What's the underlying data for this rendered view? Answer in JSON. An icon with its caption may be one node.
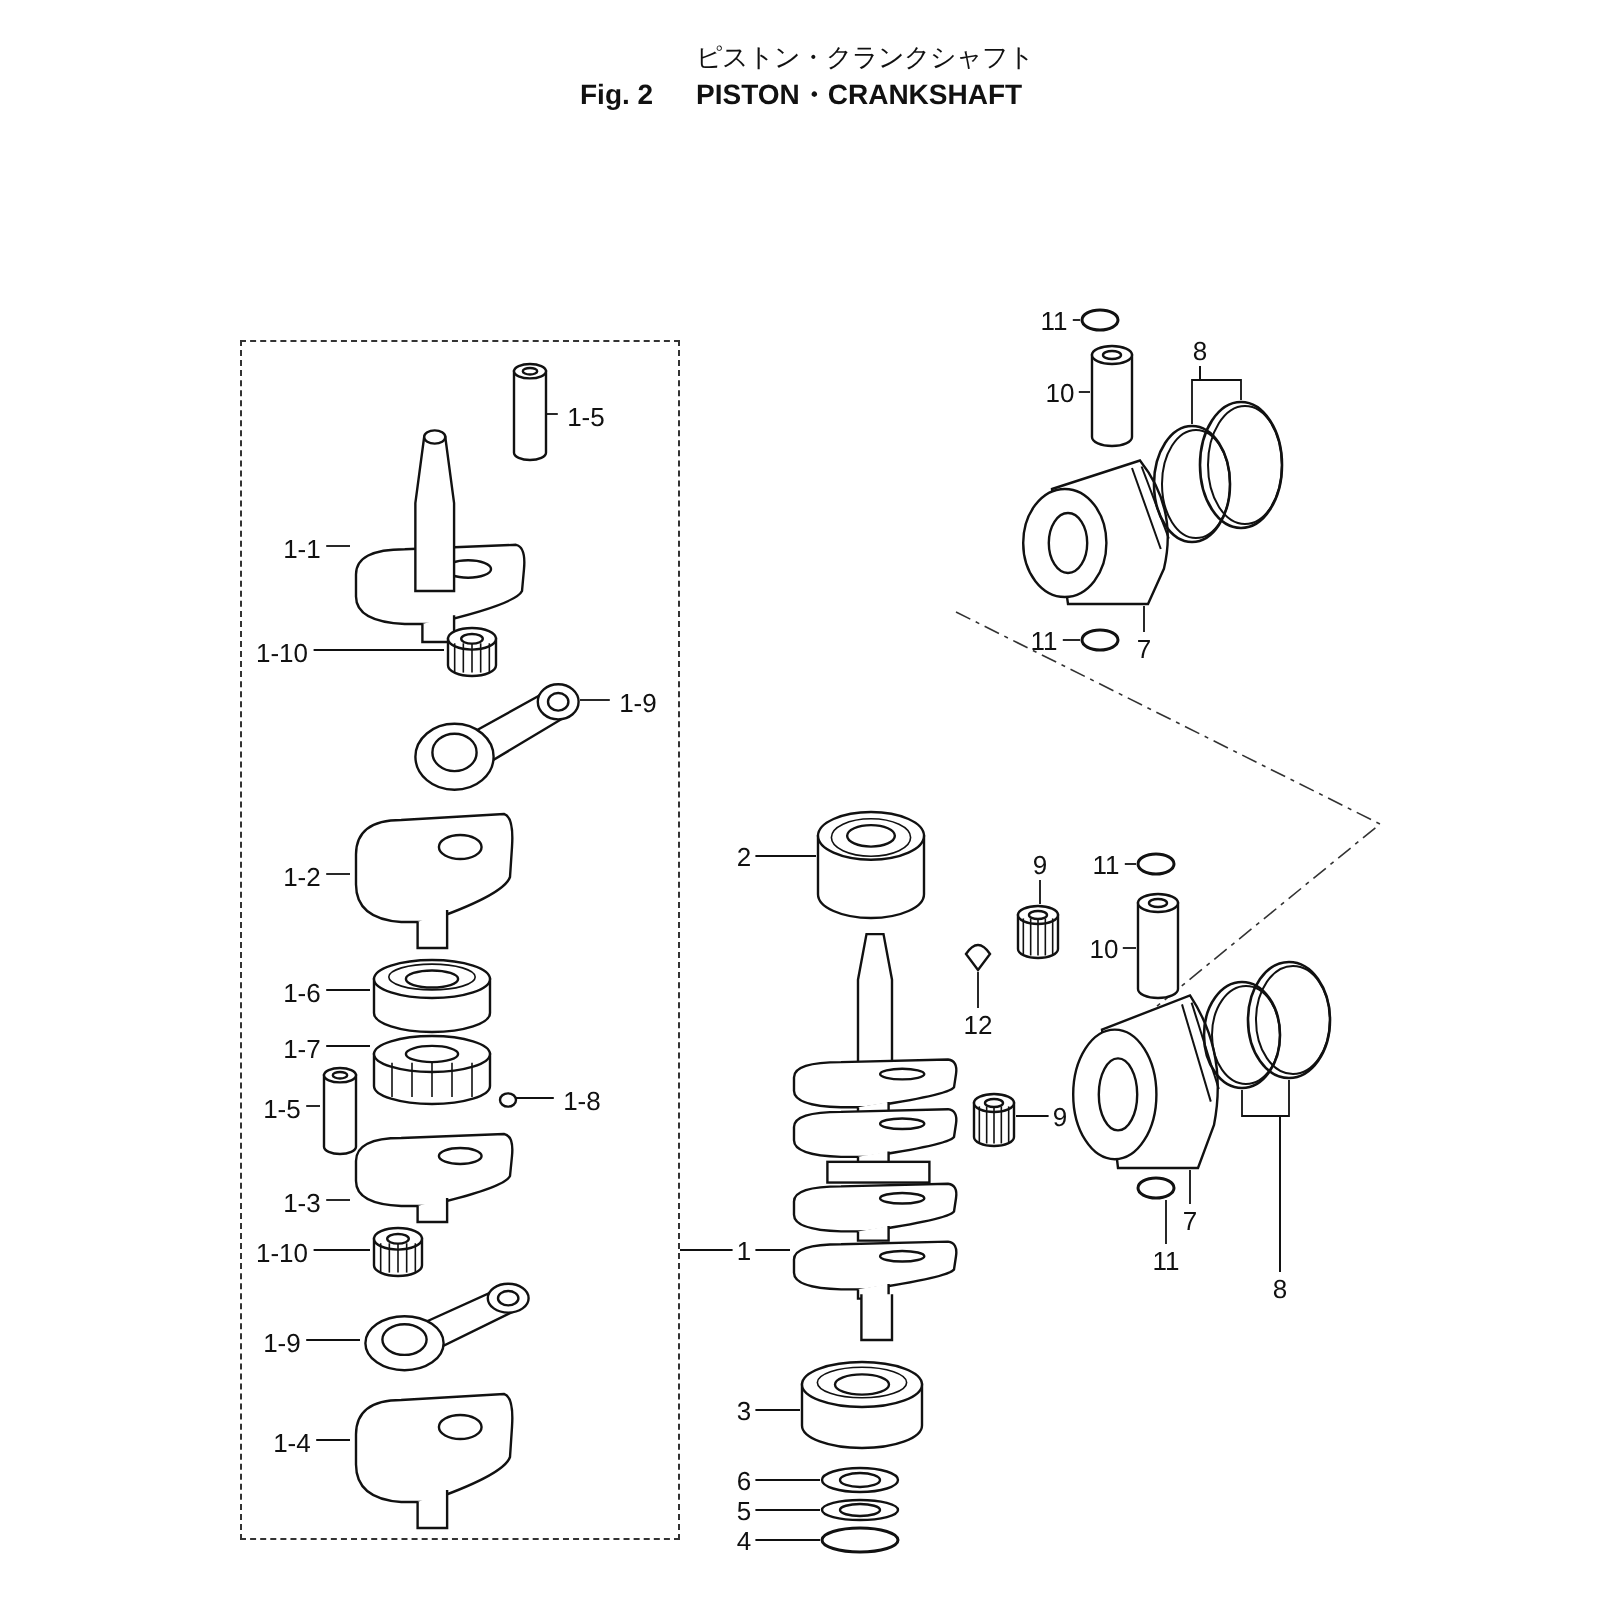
{
  "diagram": {
    "title": "PISTON・CRANKSHAFT",
    "nodes": [
      {
        "text": [],
        "shape": "box"
      },
      {
        "text": [
          "1-5"
        ],
        "in": 0
      },
      {
        "text": [],
        "shape": "cylinder",
        "in": 0
      },
      {
        "text": [
          "1-1"
        ],
        "in": 0
      },
      {
        "text": [],
        "shape": "picture",
        "in": 0
      },
      {
        "text": [
          "1-10"
        ],
        "in": 0
      },
      {
        "text": [],
        "shape": "cylinder",
        "in": 0
      },
      {
        "text": [
          "1-9"
        ],
        "in": 0
      },
      {
        "text": [],
        "shape": "picture",
        "in": 0
      },
      {
        "text": [
          "1-2"
        ],
        "in": 0
      },
      {
        "text": [],
        "shape": "picture",
        "in": 0
      },
      {
        "text": [
          "1-6"
        ],
        "in": 0
      },
      {
        "text": [],
        "shape": "cylinder",
        "in": 0
      },
      {
        "text": [
          "1-7"
        ],
        "in": 0
      },
      {
        "text": [],
        "shape": "cylinder",
        "in": 0
      },
      {
        "text": [
          "1-8"
        ],
        "in": 0
      },
      {
        "text": [],
        "shape": "picture",
        "in": 0
      },
      {
        "text": [
          "1-5"
        ],
        "in": 0
      },
      {
        "text": [],
        "shape": "cylinder",
        "in": 0
      },
      {
        "text": [
          "1-3"
        ],
        "in": 0
      },
      {
        "text": [],
        "shape": "picture",
        "in": 0
      },
      {
        "text": [
          "1-10"
        ],
        "in": 0
      },
      {
        "text": [],
        "shape": "cylinder",
        "in": 0
      },
      {
        "text": [
          "1-9"
        ],
        "in": 0
      },
      {
        "text": [],
        "shape": "picture",
        "in": 0
      },
      {
        "text": [
          "1-4"
        ],
        "in": 0
      },
      {
        "text": [],
        "shape": "picture",
        "in": 0
      },
      {
        "text": [
          "1"
        ]
      },
      {
        "text": [],
        "shape": "picture"
      },
      {
        "text": [
          "2"
        ]
      },
      {
        "text": [],
        "shape": "cylinder"
      },
      {
        "text": [
          "12"
        ]
      },
      {
        "text": [],
        "shape": "picture"
      },
      {
        "text": [
          "9"
        ]
      },
      {
        "text": [],
        "shape": "cylinder"
      },
      {
        "text": [
          "9"
        ]
      },
      {
        "text": [],
        "shape": "cylinder"
      },
      {
        "text": [
          "11"
        ]
      },
      {
        "text": [],
        "shape": "ring"
      },
      {
        "text": [
          "10"
        ]
      },
      {
        "text": [],
        "shape": "cylinder"
      },
      {
        "text": [
          "7"
        ]
      },
      {
        "text": [],
        "shape": "picture"
      },
      {
        "text": [
          "8"
        ]
      },
      {
        "text": [],
        "shape": "picture"
      },
      {
        "text": [],
        "shape": "picture"
      },
      {
        "text": [
          "11"
        ]
      },
      {
        "text": [],
        "shape": "ring"
      },
      {
        "text": [
          "3"
        ]
      },
      {
        "text": [],
        "shape": "cylinder"
      },
      {
        "text": [
          "6"
        ]
      },
      {
        "text": [],
        "shape": "ring"
      },
      {
        "text": [
          "5"
        ]
      },
      {
        "text": [],
        "shape": "ring"
      },
      {
        "text": [
          "4"
        ]
      },
      {
        "text": [],
        "shape": "ring"
      },
      {
        "text": [
          "11"
        ]
      },
      {
        "text": [],
        "shape": "ring"
      },
      {
        "text": [
          "10"
        ]
      },
      {
        "text": [],
        "shape": "cylinder"
      },
      {
        "text": [
          "7"
        ]
      },
      {
        "text": [],
        "shape": "picture"
      },
      {
        "text": [
          "8"
        ]
      },
      {
        "text": [],
        "shape": "picture"
      },
      {
        "text": [],
        "shape": "picture"
      },
      {
        "text": [
          "11"
        ]
      },
      {
        "text": [],
        "shape": "ring"
      }
    ],
    "edges": [
      {
        "from": 1,
        "to": 2,
        "arrow": "none"
      },
      {
        "from": 3,
        "to": 4,
        "arrow": "none"
      },
      {
        "from": 5,
        "to": 6,
        "arrow": "none"
      },
      {
        "from": 7,
        "to": 8,
        "arrow": "none"
      },
      {
        "from": 9,
        "to": 10,
        "arrow": "none"
      },
      {
        "from": 11,
        "to": 12,
        "arrow": "none"
      },
      {
        "from": 13,
        "to": 14,
        "arrow": "none"
      },
      {
        "from": 15,
        "to": 16,
        "arrow": "none"
      },
      {
        "from": 17,
        "to": 18,
        "arrow": "none"
      },
      {
        "from": 19,
        "to": 20,
        "arrow": "none"
      },
      {
        "from": 21,
        "to": 22,
        "arrow": "none"
      },
      {
        "from": 23,
        "to": 24,
        "arrow": "none"
      },
      {
        "from": 25,
        "to": 26,
        "arrow": "none"
      },
      {
        "from": 27,
        "to": 0,
        "arrow": "none"
      },
      {
        "from": 27,
        "to": 28,
        "arrow": "none"
      },
      {
        "from": 29,
        "to": 30,
        "arrow": "none"
      },
      {
        "from": 31,
        "to": 32,
        "arrow": "none"
      },
      {
        "from": 33,
        "to": 34,
        "arrow": "none"
      },
      {
        "from": 35,
        "to": 36,
        "arrow": "none"
      },
      {
        "from": 37,
        "to": 38,
        "arrow": "none"
      },
      {
        "from": 39,
        "to": 40,
        "arrow": "none"
      },
      {
        "from": 41,
        "to": 42,
        "arrow": "none"
      },
      {
        "from": 43,
        "to": 44,
        "arrow": "none"
      },
      {
        "from": 43,
        "to": 45,
        "arrow": "none"
      },
      {
        "from": 46,
        "to": 47,
        "arrow": "none"
      },
      {
        "from": 48,
        "to": 49,
        "arrow": "none"
      },
      {
        "from": 50,
        "to": 51,
        "arrow": "none"
      },
      {
        "from": 52,
        "to": 53,
        "arrow": "none"
      },
      {
        "from": 54,
        "to": 55,
        "arrow": "none"
      },
      {
        "from": 56,
        "to": 57,
        "arrow": "none"
      },
      {
        "from": 58,
        "to": 59,
        "arrow": "none"
      },
      {
        "from": 60,
        "to": 61,
        "arrow": "none"
      },
      {
        "from": 62,
        "to": 63,
        "arrow": "none"
      },
      {
        "from": 62,
        "to": 64,
        "arrow": "none"
      },
      {
        "from": 65,
        "to": 66,
        "arrow": "none"
      }
    ],
    "labels": [
      "ピストン・クランクシャフト",
      "Fig. 2"
    ]
  }
}
